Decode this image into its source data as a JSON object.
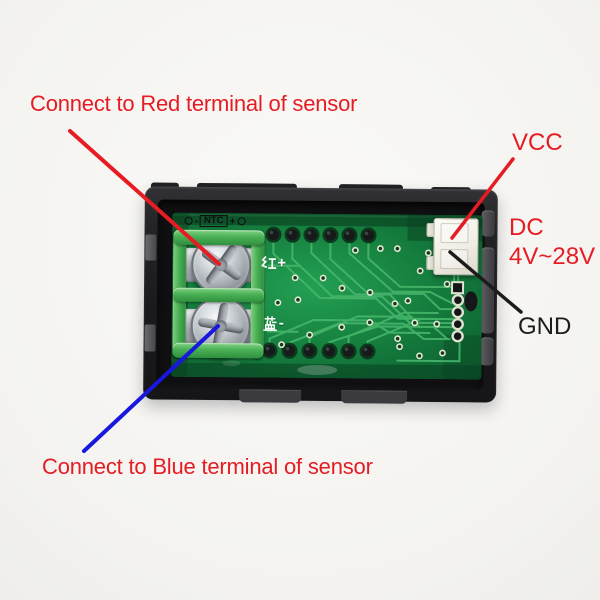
{
  "annotations": {
    "top_note": "Connect to Red terminal of sensor",
    "bottom_note": "Connect to Blue terminal of sensor",
    "vcc": "VCC",
    "dc_line1": "DC",
    "dc_line2": "4V~28V",
    "gnd": "GND"
  },
  "module": {
    "pcb_silkscreen": {
      "ntc": "NTC",
      "ntc_left_sign": "-",
      "ntc_right_sign": "+",
      "red_terminal": {
        "char": "红",
        "sign": "+"
      },
      "blue_terminal": {
        "char": "蓝",
        "sign": "-"
      }
    }
  },
  "colors": {
    "annotation_red": "#e51c23",
    "pointer_blue": "#1717dd",
    "pointer_black": "#1c1c1c",
    "pcb_green": "#178540",
    "terminal_block_green": "#46b152",
    "frame_black": "#1d1d1f",
    "connector_white": "#f4f1e9"
  }
}
